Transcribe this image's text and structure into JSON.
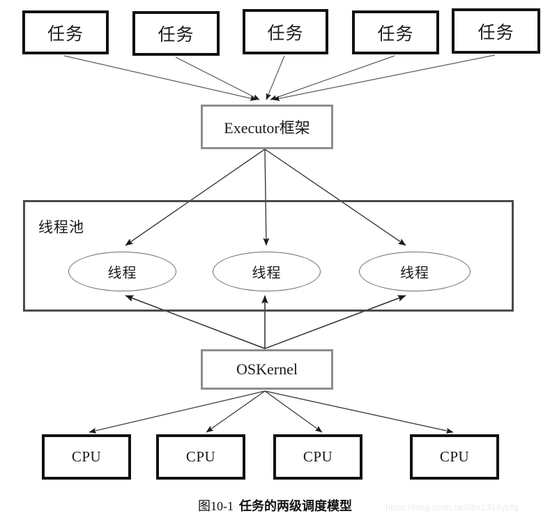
{
  "figure": {
    "caption_number": "图10-1",
    "caption_title": "任务的两级调度模型"
  },
  "watermark": {
    "text": "https://blog.csdn.net/lbx1314ybfq"
  },
  "nodes": {
    "tasks": [
      {
        "label": "任务"
      },
      {
        "label": "任务"
      },
      {
        "label": "任务"
      },
      {
        "label": "任务"
      },
      {
        "label": "任务"
      }
    ],
    "executor": {
      "label": "Executor框架"
    },
    "pool": {
      "label": "线程池"
    },
    "threads": [
      {
        "label": "线程"
      },
      {
        "label": "线程"
      },
      {
        "label": "线程"
      }
    ],
    "kernel": {
      "label": "OSKernel"
    },
    "cpus": [
      {
        "label": "CPU"
      },
      {
        "label": "CPU"
      },
      {
        "label": "CPU"
      },
      {
        "label": "CPU"
      }
    ]
  },
  "colors": {
    "task_border": "#111111",
    "gray_border": "#8d8d8d",
    "pool_border": "#4a4a4a",
    "ellipse_border": "#6b6b6b",
    "arrow": "#1a1a1a",
    "text": "#1a1a1a",
    "background": "#ffffff",
    "watermark": "#ececec"
  }
}
